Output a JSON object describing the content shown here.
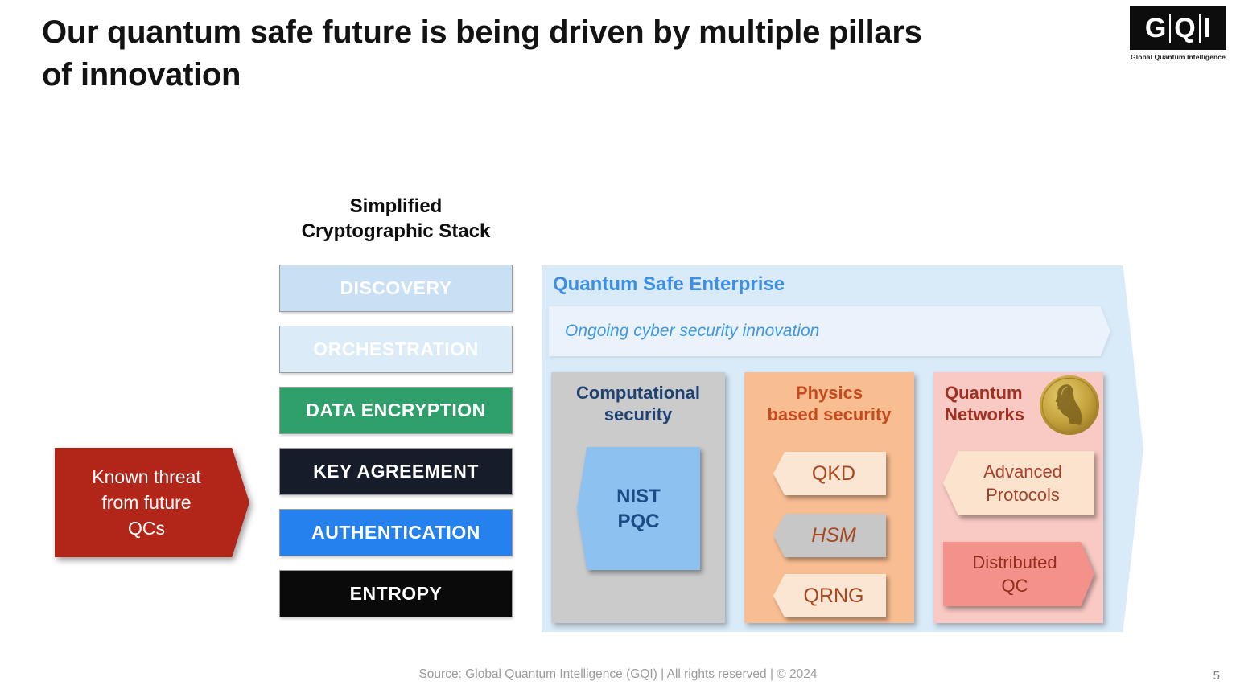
{
  "slide": {
    "title": "Our quantum safe future is being driven by multiple pillars\nof innovation",
    "footer": "Source: Global Quantum Intelligence (GQI) | All rights reserved | © 2024",
    "page_number": "5"
  },
  "logo": {
    "letters": [
      "G",
      "Q",
      "I"
    ],
    "tagline": "Global Quantum Intelligence"
  },
  "crypto_stack": {
    "heading": "Simplified\nCryptographic Stack",
    "items": [
      {
        "label": "DISCOVERY",
        "bg": "#c9dff3",
        "color": "#ffffff"
      },
      {
        "label": "ORCHESTRATION",
        "bg": "#dcebf8",
        "color": "#ffffff"
      },
      {
        "label": "DATA ENCRYPTION",
        "bg": "#2fa06b",
        "color": "#ffffff"
      },
      {
        "label": "KEY AGREEMENT",
        "bg": "#171c2b",
        "color": "#ffffff"
      },
      {
        "label": "AUTHENTICATION",
        "bg": "#2581ee",
        "color": "#ffffff"
      },
      {
        "label": "ENTROPY",
        "bg": "#0a0a0a",
        "color": "#ffffff"
      }
    ]
  },
  "threat_arrow": {
    "label": "Known threat\nfrom future\nQCs",
    "bg": "#b2261a"
  },
  "enterprise": {
    "title": "Quantum Safe Enterprise",
    "title_color": "#3e8ee4",
    "panel_bg": "#d9eaf8",
    "banner_label": "Ongoing cyber security innovation",
    "banner_bg": "#eaf3fc",
    "banner_color": "#3f97e0",
    "columns": [
      {
        "title": "Computational\nsecurity",
        "title_color": "#1d4273",
        "bg": "#cbcbcb",
        "items": [
          {
            "label": "NIST\nPQC",
            "bg": "#8dc1f0",
            "color": "#1b4c86"
          }
        ]
      },
      {
        "title": "Physics\nbased security",
        "title_color": "#c54a1d",
        "bg": "#f9bd92",
        "items": [
          {
            "label": "QKD",
            "bg": "#fbe5d3",
            "color": "#a7481f"
          },
          {
            "label": "HSM",
            "bg": "#c7c7c7",
            "color": "#a7481f"
          },
          {
            "label": "QRNG",
            "bg": "#fbe5d3",
            "color": "#a7481f"
          }
        ]
      },
      {
        "title": "Quantum\nNetworks",
        "title_color": "#a03020",
        "bg": "#f9c9c4",
        "icon": "nobel-medal",
        "items": [
          {
            "label": "Advanced\nProtocols",
            "bg": "#fbe3cd",
            "color": "#a5402a"
          },
          {
            "label": "Distributed\nQC",
            "bg": "#f2928a",
            "color": "#932d1e"
          }
        ]
      }
    ]
  }
}
